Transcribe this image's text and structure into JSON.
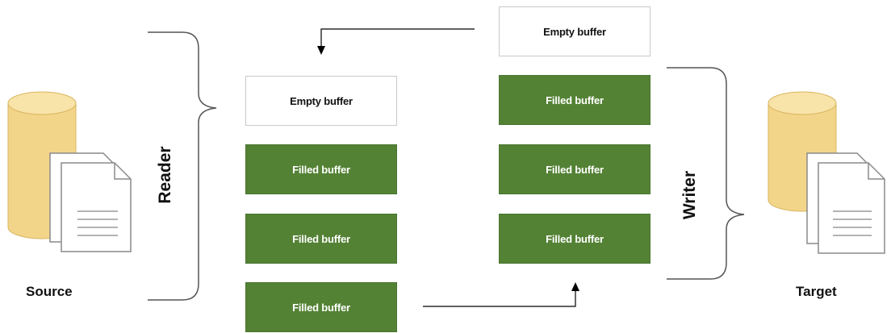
{
  "source_label": "Source",
  "target_label": "Target",
  "reader_label": "Reader",
  "writer_label": "Writer",
  "reader_buffers": [
    {
      "label": "Empty buffer",
      "state": "empty"
    },
    {
      "label": "Filled buffer",
      "state": "filled"
    },
    {
      "label": "Filled buffer",
      "state": "filled"
    },
    {
      "label": "Filled buffer",
      "state": "filled"
    }
  ],
  "writer_buffers": [
    {
      "label": "Empty buffer",
      "state": "empty"
    },
    {
      "label": "Filled buffer",
      "state": "filled"
    },
    {
      "label": "Filled buffer",
      "state": "filled"
    },
    {
      "label": "Filled buffer",
      "state": "filled"
    }
  ],
  "colors": {
    "filled_buffer": "#548235",
    "empty_buffer_border": "#c9c9c9",
    "database": "#f3d58a",
    "database_stroke": "#d9b560",
    "bracket": "#555555",
    "arrow": "#000000"
  }
}
